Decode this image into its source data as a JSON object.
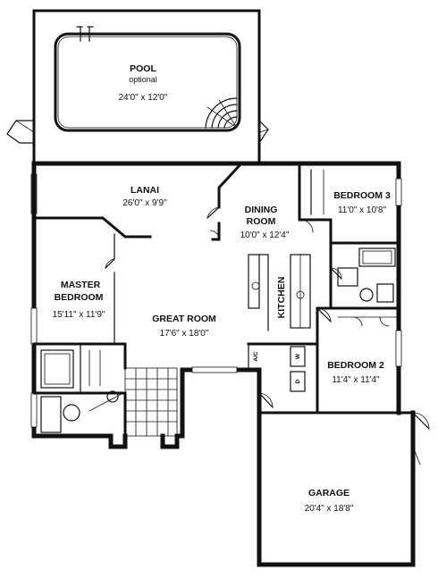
{
  "rooms": {
    "pool": {
      "title": "POOL",
      "subtitle": "optional",
      "dims": "24'0\" x 12'0\""
    },
    "lanai": {
      "title": "LANAI",
      "dims": "26'0\" x 9'9\""
    },
    "dining": {
      "title_line1": "DINING",
      "title_line2": "ROOM",
      "dims": "10'0\" x 12'4\""
    },
    "bedroom3": {
      "title": "BEDROOM 3",
      "dims": "11'0\" x 10'8\""
    },
    "master": {
      "title_line1": "MASTER",
      "title_line2": "BEDROOM",
      "dims": "15'11\" x 11'9\""
    },
    "great": {
      "title": "GREAT ROOM",
      "dims": "17'6\" x 18'0\""
    },
    "kitchen": {
      "title": "KITCHEN"
    },
    "bedroom2": {
      "title": "BEDROOM 2",
      "dims": "11'4\" x 11'4\""
    },
    "garage": {
      "title": "GARAGE",
      "dims": "20'4\" x 18'8\""
    }
  },
  "appliance_tags": {
    "ac": "A/C",
    "washer": "W",
    "dryer": "D"
  }
}
